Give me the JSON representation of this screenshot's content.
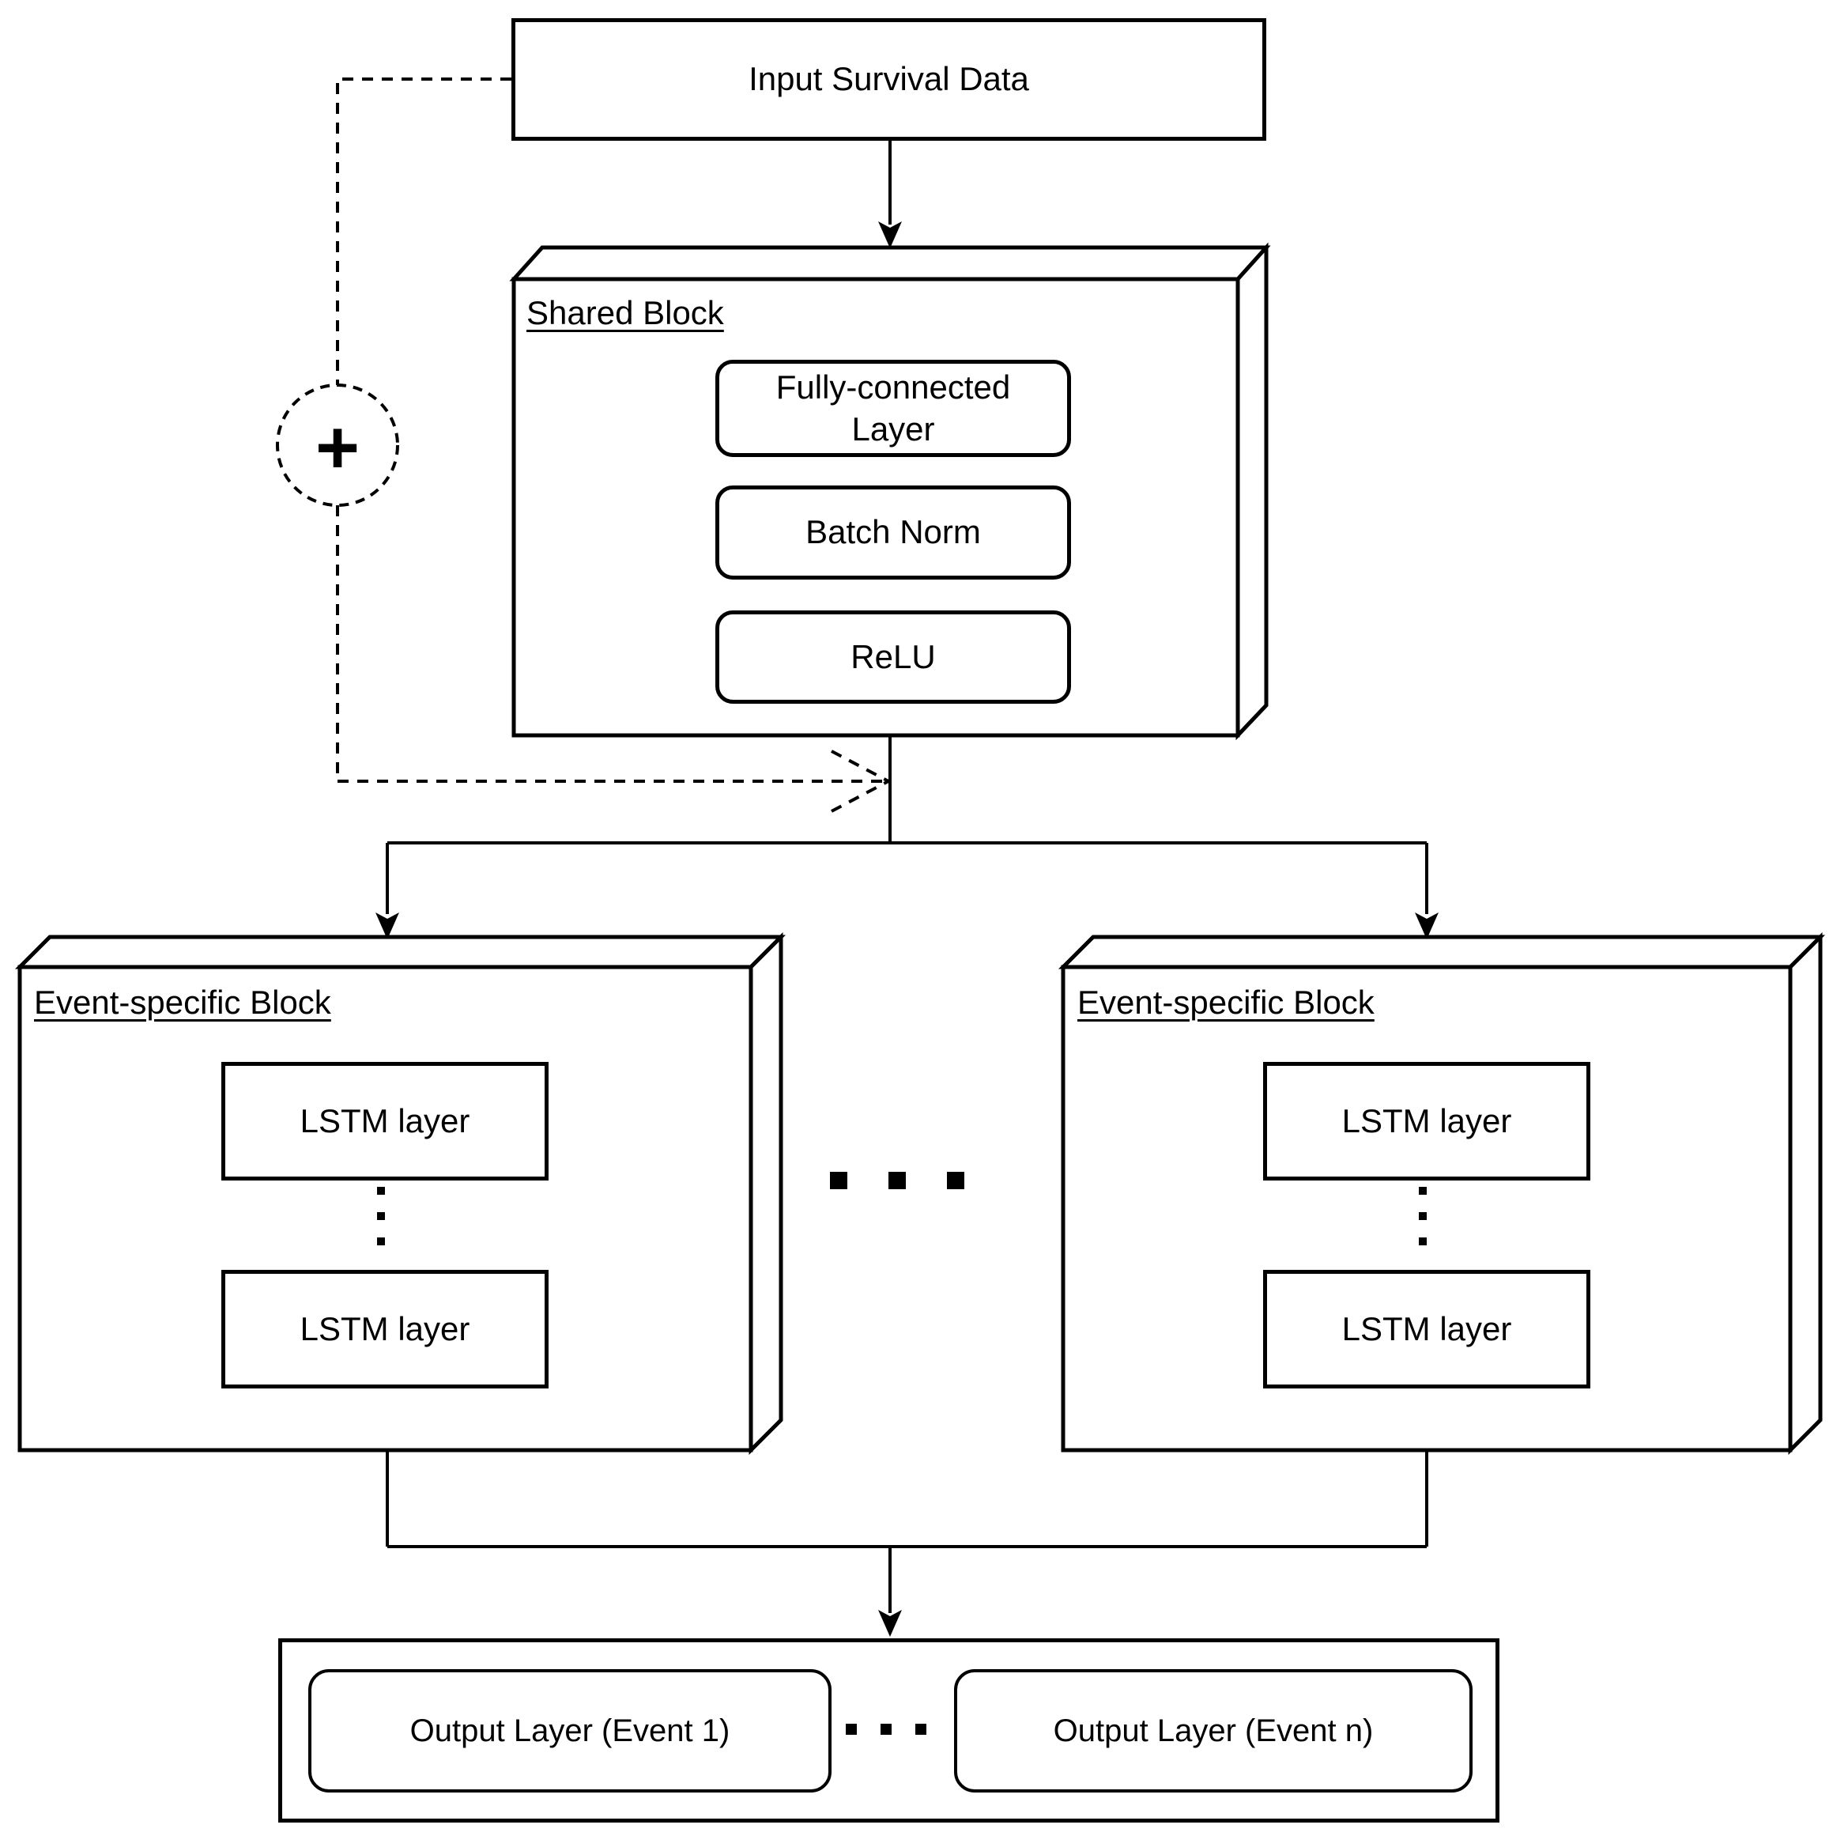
{
  "input": {
    "label": "Input Survival Data"
  },
  "skip_connection": {
    "operator": "+"
  },
  "shared_block": {
    "title": "Shared Block",
    "layers": [
      "Fully-connected Layer",
      "Batch Norm",
      "ReLU"
    ]
  },
  "event_blocks": {
    "left": {
      "title": "Event-specific Block",
      "top_layer": "LSTM layer",
      "bottom_layer": "LSTM layer"
    },
    "right": {
      "title": "Event-specific Block",
      "top_layer": "LSTM layer",
      "bottom_layer": "LSTM layer"
    },
    "ellipsis": "..."
  },
  "output": {
    "left_label": "Output Layer (Event 1)",
    "right_label": "Output Layer (Event n)",
    "ellipsis": "..."
  },
  "colors": {
    "stroke": "#000000",
    "background": "#ffffff"
  }
}
